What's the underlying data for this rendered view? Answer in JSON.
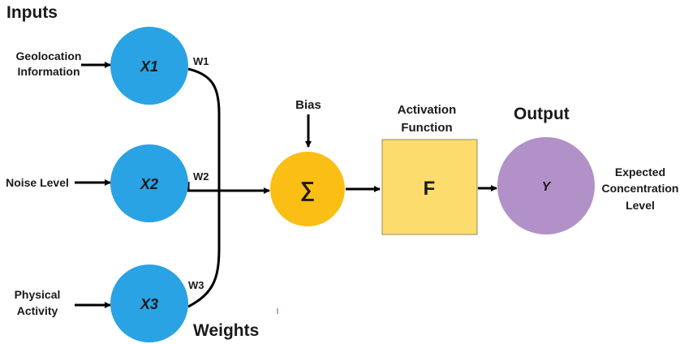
{
  "headings": {
    "inputs": "Inputs",
    "weights": "Weights",
    "output": "Output"
  },
  "inputs": [
    {
      "label_line1": "Geolocation",
      "label_line2": "Information",
      "node": "X1",
      "weight": "W1"
    },
    {
      "label_line1": "Noise Level",
      "label_line2": "",
      "node": "X2",
      "weight": "W2"
    },
    {
      "label_line1": "Physical",
      "label_line2": "Activity",
      "node": "X3",
      "weight": "W3"
    }
  ],
  "bias": "Bias",
  "summation": "∑",
  "activation": {
    "title_line1": "Activation",
    "title_line2": "Function",
    "symbol": "F"
  },
  "output_node": "Y",
  "result": {
    "line1": "Expected",
    "line2": "Concentration",
    "line3": "Level"
  },
  "colors": {
    "input_node": "#29a3e3",
    "sum_node": "#fbbe14",
    "activation_box": "#fbdc6c",
    "output_node": "#b290c8",
    "stroke": "#000000"
  }
}
